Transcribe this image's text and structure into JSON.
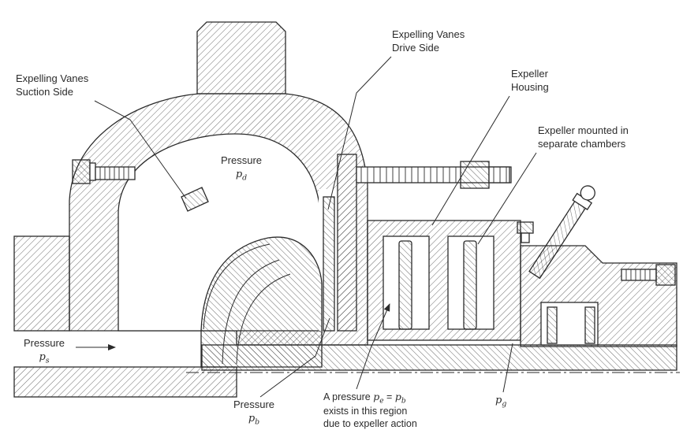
{
  "colors": {
    "line": "#2b2b2b",
    "background": "#ffffff"
  },
  "labels": {
    "suction_side": {
      "line1": "Expelling Vanes",
      "line2": "Suction Side"
    },
    "drive_side": {
      "line1": "Expelling Vanes",
      "line2": "Drive Side"
    },
    "expeller_housing": {
      "line1": "Expeller",
      "line2": "Housing"
    },
    "expeller_chambers": {
      "line1": "Expeller mounted in",
      "line2": "separate chambers"
    },
    "pressure_pd": {
      "word": "Pressure",
      "sym": "p",
      "sub": "d"
    },
    "pressure_ps": {
      "word": "Pressure",
      "sym": "p",
      "sub": "s"
    },
    "pressure_pb": {
      "word": "Pressure",
      "sym": "p",
      "sub": "b"
    },
    "pg": {
      "sym": "p",
      "sub": "g"
    },
    "region_note": {
      "t1": "A pressure ",
      "sym_e": "p",
      "sub_e": "e",
      "t2": " = ",
      "sym_b": "p",
      "sub_b": "b",
      "line2": "exists in this region",
      "line3": "due to expeller action"
    }
  }
}
